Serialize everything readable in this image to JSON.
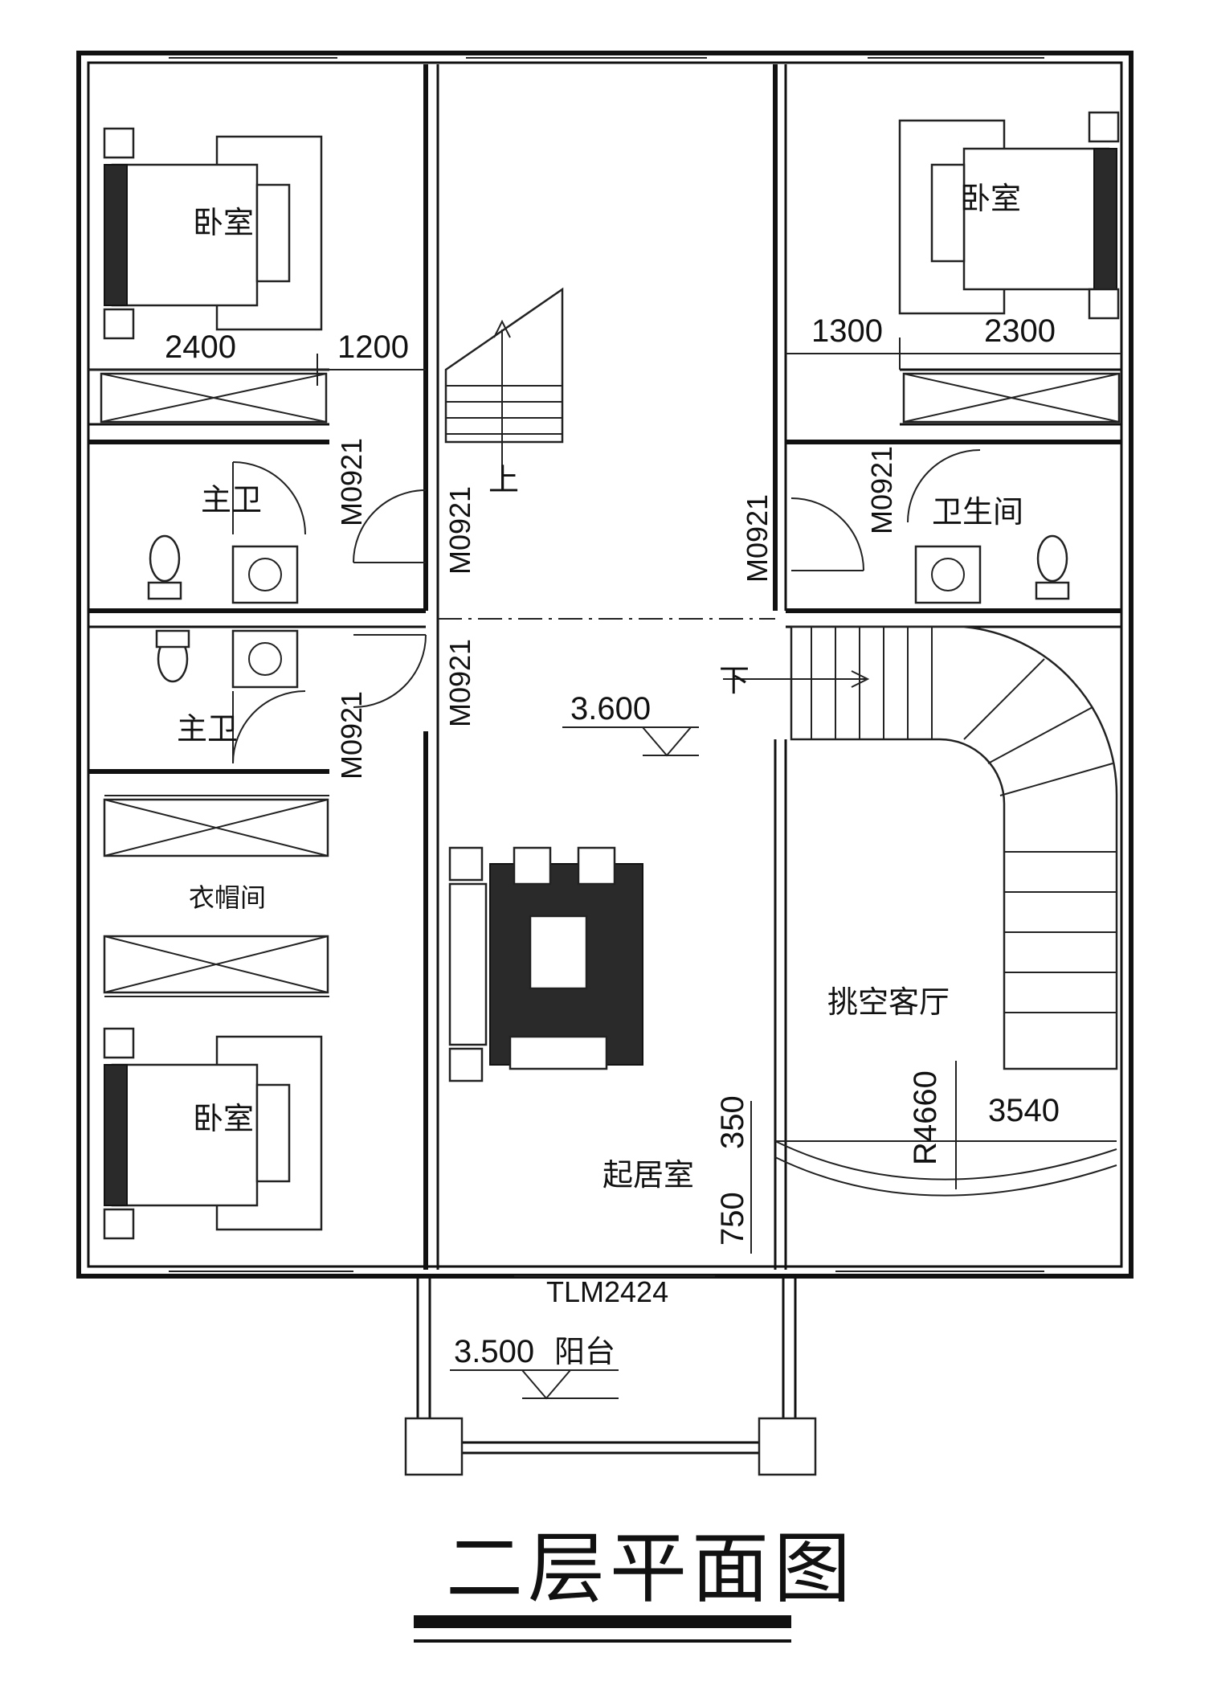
{
  "title": "二层平面图",
  "rooms": {
    "bedroom_nw": "卧室",
    "bedroom_ne": "卧室",
    "bedroom_sw": "卧室",
    "master_bath_upper": "主卫",
    "master_bath_lower": "主卫",
    "bathroom_east": "卫生间",
    "walk_in_closet": "衣帽间",
    "double_height_living": "挑空客厅",
    "family_room": "起居室",
    "balcony": "阳台"
  },
  "dimensions": {
    "nw_width": "2400",
    "nw_closet": "1200",
    "ne_closet": "1300",
    "ne_width": "2300",
    "radius": "R4660",
    "span": "3540",
    "upper_offset": "350",
    "lower_offset": "750"
  },
  "doors": {
    "d1": "M0921",
    "d2": "M0921",
    "d3": "M0921",
    "d4": "M0921",
    "d5": "M0921",
    "d6": "M0921",
    "sliding": "TLM2424"
  },
  "levels": {
    "floor": "3.600",
    "balcony": "3.500"
  },
  "stairs": {
    "up": "上",
    "down": "下"
  }
}
